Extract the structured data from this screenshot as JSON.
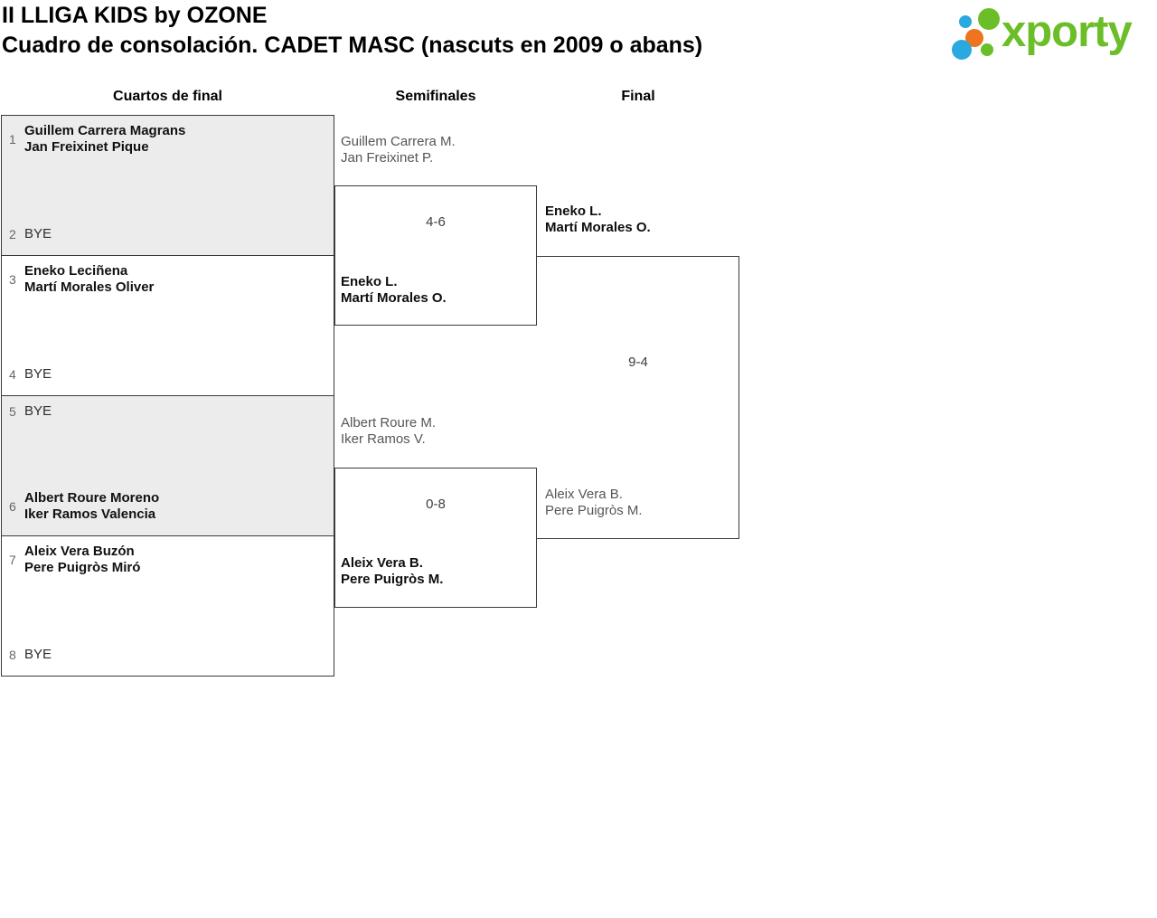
{
  "header": {
    "title_line1": "II LLIGA KIDS by OZONE",
    "title_line2": "Cuadro de consolación. CADET MASC (nascuts en 2009 o abans)"
  },
  "logo": {
    "wordmark": "xporty"
  },
  "colors": {
    "brand_green": "#6cbe28",
    "dot_blue": "#2aa9e0",
    "dot_orange": "#ee7420",
    "shaded_box_bg": "#ececec",
    "line": "#3a3a3a"
  },
  "rounds": [
    {
      "label": "Cuartos de final"
    },
    {
      "label": "Semifinales"
    },
    {
      "label": "Final"
    }
  ],
  "quarterfinals": [
    {
      "shaded": true,
      "slots": [
        {
          "seed": "1",
          "name_line1": "Guillem Carrera Magrans",
          "name_line2": "Jan Freixinet Pique",
          "bye": false
        },
        {
          "seed": "2",
          "name_line1": "BYE",
          "bye": true
        }
      ]
    },
    {
      "shaded": false,
      "slots": [
        {
          "seed": "3",
          "name_line1": "Eneko Leciñena",
          "name_line2": "Martí Morales Oliver",
          "bye": false
        },
        {
          "seed": "4",
          "name_line1": "BYE",
          "bye": true
        }
      ]
    },
    {
      "shaded": true,
      "slots": [
        {
          "seed": "5",
          "name_line1": "BYE",
          "bye": true
        },
        {
          "seed": "6",
          "name_line1": "Albert Roure Moreno",
          "name_line2": "Iker Ramos Valencia",
          "bye": false
        }
      ]
    },
    {
      "shaded": false,
      "slots": [
        {
          "seed": "7",
          "name_line1": "Aleix Vera Buzón",
          "name_line2": "Pere Puigròs Miró",
          "bye": false
        },
        {
          "seed": "8",
          "name_line1": "BYE",
          "bye": true
        }
      ]
    }
  ],
  "semifinals": [
    {
      "top_team": {
        "line1": "Guillem Carrera M.",
        "line2": "Jan Freixinet P.",
        "winner": false
      },
      "score": "4-6",
      "bottom_team": {
        "line1": "Eneko L.",
        "line2": "Martí Morales O.",
        "winner": true
      }
    },
    {
      "top_team": {
        "line1": "Albert Roure M.",
        "line2": "Iker Ramos V.",
        "winner": false
      },
      "score": "0-8",
      "bottom_team": {
        "line1": "Aleix Vera B.",
        "line2": "Pere Puigròs M.",
        "winner": true
      }
    }
  ],
  "final": {
    "top_team": {
      "line1": "Eneko L.",
      "line2": "Martí Morales O.",
      "winner": true
    },
    "score": "9-4",
    "bottom_team": {
      "line1": "Aleix Vera B.",
      "line2": "Pere Puigròs M.",
      "winner": false
    }
  }
}
